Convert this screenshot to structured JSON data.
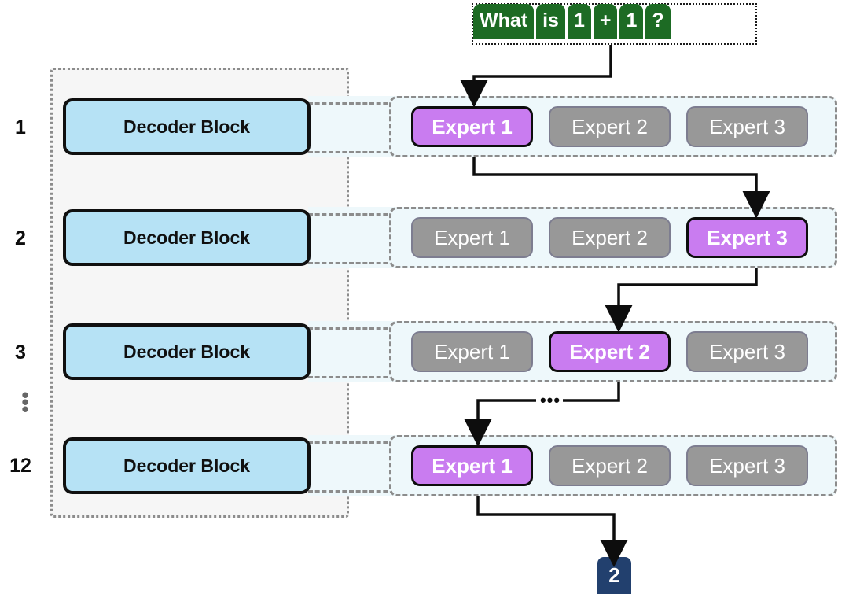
{
  "figure": {
    "title": "Mixture-of-Experts decoder routing diagram",
    "colors": {
      "prompt_token_bg": "#1d6b24",
      "decoder_block_bg": "#b6e2f5",
      "expert_active_bg": "#c97cf0",
      "expert_inactive_bg": "#989898",
      "expert_row_bg": "#eef8fb",
      "decoder_container_bg": "#f6f6f6",
      "output_token_bg": "#22406e",
      "arrow_stroke": "#0d0d0d"
    }
  },
  "prompt": {
    "tokens": [
      "What",
      "is",
      "1",
      "+",
      "1",
      "?"
    ]
  },
  "decoder": {
    "block_label": "Decoder Block",
    "layer_labels": [
      "1",
      "2",
      "3",
      "12"
    ],
    "ellipsis": "⋮",
    "ellipsis_dot": "•"
  },
  "experts": {
    "labels": [
      "Expert 1",
      "Expert 2",
      "Expert 3"
    ],
    "rows": [
      {
        "layer": "1",
        "active_index": 0,
        "active_label": "Expert 1"
      },
      {
        "layer": "2",
        "active_index": 2,
        "active_label": "Expert 3"
      },
      {
        "layer": "3",
        "active_index": 1,
        "active_label": "Expert 2"
      },
      {
        "layer": "12",
        "active_index": 0,
        "active_label": "Expert 1"
      }
    ]
  },
  "routing": {
    "skip_marker": "•••"
  },
  "output": {
    "token": "2"
  }
}
